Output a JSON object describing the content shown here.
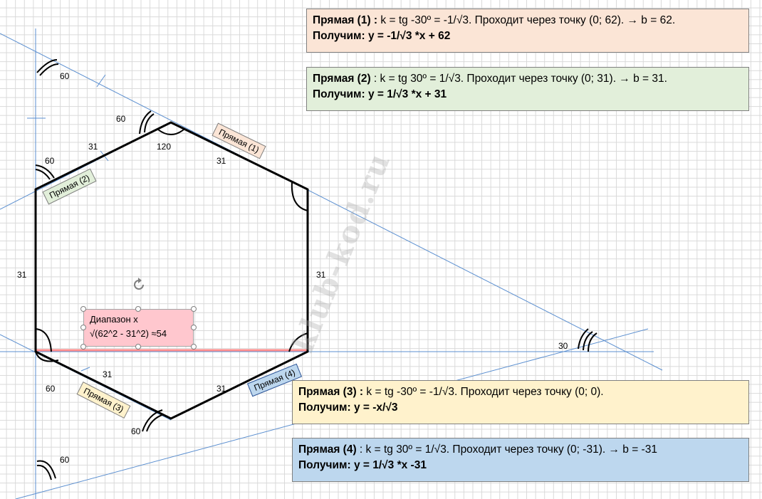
{
  "watermark": "klub-kod.ru",
  "colors": {
    "line1_box": "#fbe5d6",
    "line2_box": "#e2efda",
    "line3_box": "#fff2cc",
    "line4_box": "#bdd7ee",
    "range_box": "#ffc7ce",
    "axis": "#5b8fd0",
    "hex": "#000000",
    "range_line": "#ff8f8f"
  },
  "boxes": {
    "line1": {
      "title": "Прямая (1) :",
      "text": "  k = tg -30º =  -1/√3. Проходит через точку (0; 62). → b = 62.",
      "result": "Получим: y = -1/√3 *x + 62"
    },
    "line2": {
      "title": "Прямая (2)",
      "text": " : k = tg 30º =  1/√3. Проходит через точку (0; 31). → b = 31.",
      "result": "Получим: y = 1/√3 *x + 31"
    },
    "line3": {
      "title": "Прямая (3) :",
      "text": "  k = tg -30º =  -1/√3. Проходит через точку (0; 0).",
      "result": "Получим: y = -x/√3"
    },
    "line4": {
      "title": "Прямая (4)",
      "text": " : k = tg 30º =  1/√3. Проходит через точку (0; -31). → b = -31",
      "result": "Получим: y = 1/√3 *x -31"
    }
  },
  "tags": {
    "line1": "Прямая (1)",
    "line2": "Прямая (2)",
    "line3": "Прямая (3)",
    "line4": "Прямая (4)"
  },
  "range": {
    "line1": "Диапазон х",
    "line2": "√(62^2 - 31^2) ≈54"
  },
  "labels": {
    "angle_60_a": "60",
    "angle_60_b": "60",
    "angle_60_c": "60",
    "angle_120": "120",
    "side_31_a": "31",
    "side_31_b": "31",
    "side_31_left": "31",
    "side_31_right": "31",
    "side_31_c": "31",
    "side_31_d": "31",
    "angle_60_d": "60",
    "angle_60_e": "60",
    "angle_60_f": "60",
    "angle_30": "30"
  }
}
